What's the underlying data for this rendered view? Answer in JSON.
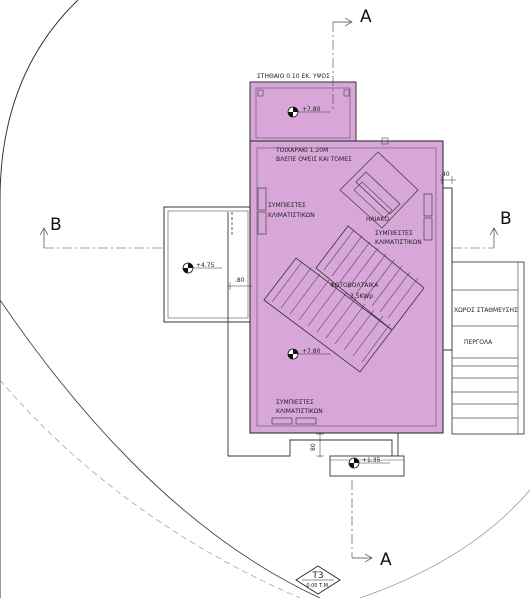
{
  "section_markers": {
    "a_top": "A",
    "a_bottom": "A",
    "b_left": "B",
    "b_right": "B"
  },
  "notes": {
    "parapet": "ΣΤΗΘΑΙΟ 0.10 ΕΚ. ΥΨΟΣ",
    "wall_line1": "ΤΟΙΧΑΡΑΚΙ 1.20Μ",
    "wall_line2": "ΒΛΕΠΕ ΟΨΕΙΣ ΚΑΙ ΤΟΜΕΣ",
    "compressors_left_1": "ΣΥΜΠΙΕΣΤΕΣ",
    "compressors_left_2": "ΚΛΙΜΑΤΙΣΤΙΚΩΝ",
    "solar": "ΗΛΙΑΚΟ",
    "compressors_right_1": "ΣΥΜΠΙΕΣΤΕΣ",
    "compressors_right_2": "ΚΛΙΜΑΤΙΣΤΙΚΩΝ",
    "photovoltaics_1": "ΦΩΤΟΒΟΛΤΑΙΚΑ",
    "photovoltaics_2": "3,5KWp",
    "compressors_bottom_1": "ΣΥΜΠΙΕΣΤΕΣ",
    "compressors_bottom_2": "ΚΛΙΜΑΤΙΣΤΙΚΩΝ",
    "parking": "ΧΩΡΟΣ ΣΤΑΘΜΕΥΣΗΣ",
    "pergola": "ΠΕΡΓΟΛΑ"
  },
  "levels": {
    "upper_roof": "+7.80",
    "main_roof": "+7.80",
    "west_wing": "+4.75",
    "entrance": "+1.35"
  },
  "dimensions": {
    "d40": ".40",
    "d80_side": ".80",
    "d80_bottom": "80"
  },
  "survey_point": {
    "name": "Τ3",
    "elevation": "0.00 Τ.Μ."
  },
  "colors": {
    "roof_fill": "#d9a6d9",
    "line": "#333333"
  }
}
